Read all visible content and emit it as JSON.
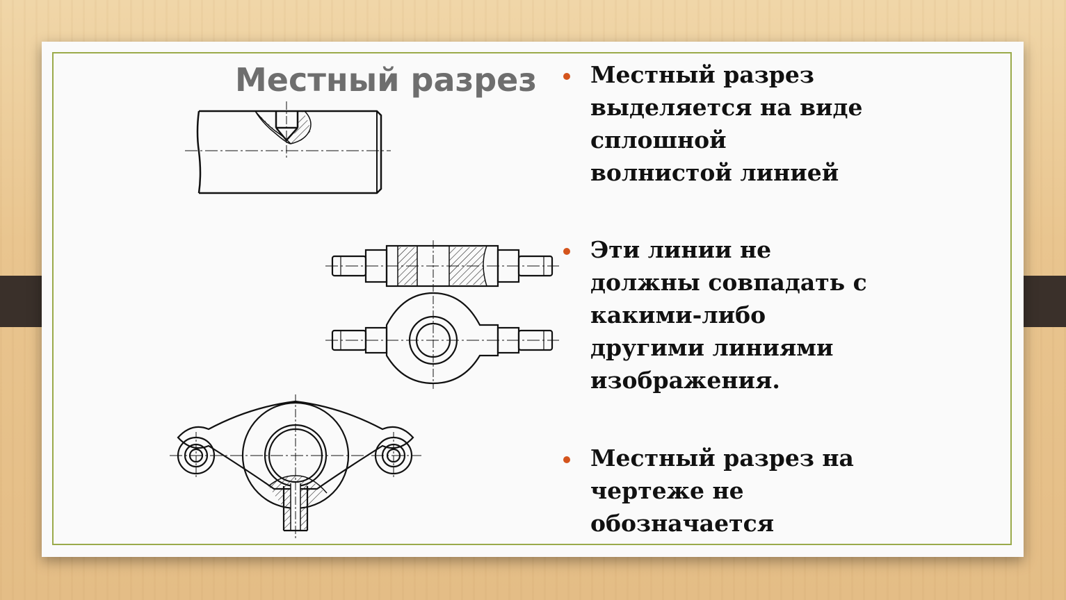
{
  "slide": {
    "title": "Местный разрез",
    "accent_color": "#d4541c",
    "frame_color": "#9aaa4a",
    "bullets": [
      "Местный разрез выделяется на виде сплошной волнистой линией",
      "Эти линии не должны совпадать с какими-либо другими линиями изображения.",
      "Местный разрез на чертеже не обозначается"
    ]
  }
}
